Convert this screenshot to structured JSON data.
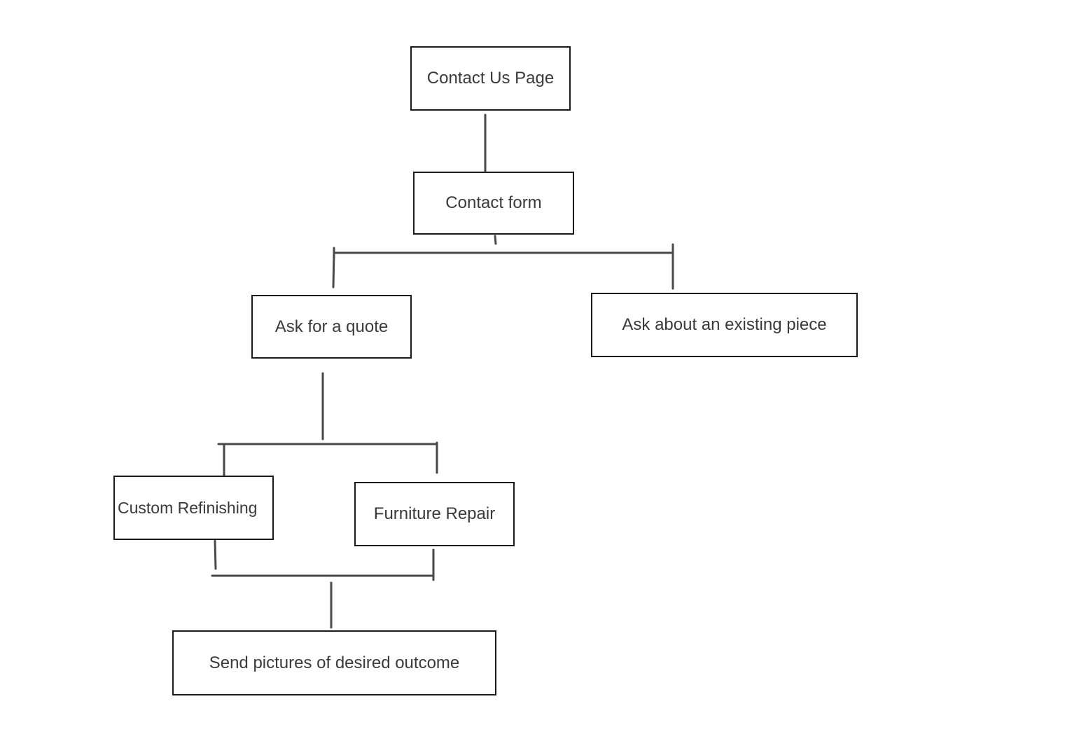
{
  "diagram": {
    "nodes": {
      "contact_us_page": "Contact Us Page",
      "contact_form": "Contact form",
      "ask_quote": "Ask for a quote",
      "ask_existing": "Ask about an existing piece",
      "custom_refinishing": "Custom Refinishing",
      "furniture_repair": "Furniture Repair",
      "send_pictures": "Send pictures of desired outcome"
    },
    "edges": [
      [
        "Contact Us Page",
        "Contact form"
      ],
      [
        "Contact form",
        "Ask for a quote"
      ],
      [
        "Contact form",
        "Ask about an existing piece"
      ],
      [
        "Ask for a quote",
        "Custom Refinishing"
      ],
      [
        "Ask for a quote",
        "Furniture Repair"
      ],
      [
        "Custom Refinishing",
        "Send pictures of desired outcome"
      ],
      [
        "Furniture Repair",
        "Send pictures of desired outcome"
      ]
    ],
    "line_color": "#4a4a4a",
    "box_border_color": "#1a1a1a",
    "text_color": "#3a3a3a"
  }
}
